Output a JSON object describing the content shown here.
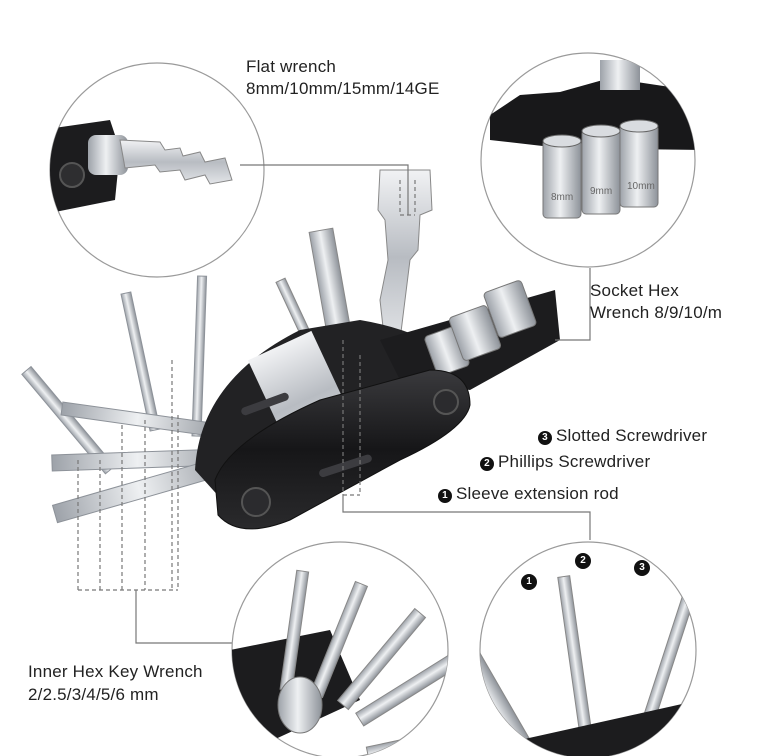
{
  "callouts": {
    "flat_wrench": {
      "title": "Flat wrench",
      "sizes": "8mm/10mm/15mm/14GE"
    },
    "socket_hex": {
      "title": "Socket Hex",
      "sizes": "Wrench 8/9/10/m"
    },
    "slotted": {
      "num": "3",
      "label": "Slotted Screwdriver"
    },
    "phillips": {
      "num": "2",
      "label": "Phillips Screwdriver"
    },
    "sleeve": {
      "num": "1",
      "label": "Sleeve extension rod"
    },
    "inner_hex": {
      "title": "Inner Hex Key Wrench",
      "sizes": "2/2.5/3/4/5/6 mm"
    }
  },
  "socket_marks": [
    "8mm",
    "9mm",
    "10mm"
  ],
  "detail_badges": [
    "1",
    "2",
    "3"
  ],
  "colors": {
    "steel": "#c9ccd1",
    "steel_dark": "#8a8f96",
    "body": "#1b1b1d",
    "line": "#777777"
  }
}
